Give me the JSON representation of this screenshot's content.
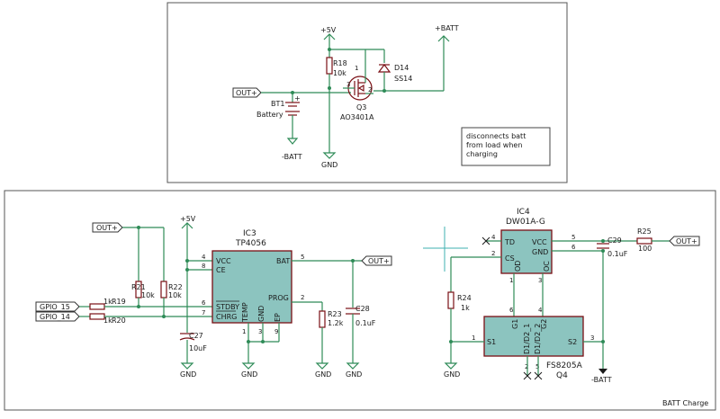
{
  "top": {
    "supply": "+5V",
    "batt": "+BATT",
    "out_net": "OUT+",
    "bt_ref": "BT1",
    "bt_val": "Battery",
    "minus_batt": "-BATT",
    "r18_ref": "R18",
    "r18_val": "10k",
    "q3_ref": "Q3",
    "q3_val": "AO3401A",
    "d14_ref": "D14",
    "d14_val": "SS14",
    "gnd": "GND",
    "pin1": "1",
    "pin2": "2",
    "pin3": "3",
    "note_lines": [
      "disconnects batt",
      "from load when",
      "charging"
    ]
  },
  "bottom": {
    "sheet_title": "BATT Charge",
    "out_net": "OUT+",
    "supply": "+5V",
    "gnd": "GND",
    "minus_batt": "-BATT",
    "ic3": {
      "ref": "IC3",
      "val": "TP4056",
      "pins": {
        "vcc": "VCC",
        "ce": "CE",
        "bat": "BAT",
        "stdby": "STDBY",
        "chrg": "CHRG",
        "temp": "TEMP",
        "gnd": "GND",
        "ep": "EP",
        "prog": "PROG"
      },
      "numbers": {
        "p4": "4",
        "p8": "8",
        "p5": "5",
        "p6": "6",
        "p7": "7",
        "p2": "2",
        "p1": "1",
        "p3": "3",
        "p9": "9"
      }
    },
    "r21": {
      "ref": "R21",
      "val": "10k"
    },
    "r22": {
      "ref": "R22",
      "val": "10k"
    },
    "r19": {
      "ref": "R19",
      "val": "1k"
    },
    "r20": {
      "ref": "R20",
      "val": "1k"
    },
    "r23": {
      "ref": "R23",
      "val": "1.2k"
    },
    "r24": {
      "ref": "R24",
      "val": "1k"
    },
    "r25": {
      "ref": "R25",
      "val": "100"
    },
    "c27": {
      "ref": "C27",
      "val": "10uF"
    },
    "c28": {
      "ref": "C28",
      "val": "0.1uF"
    },
    "c29": {
      "ref": "C29",
      "val": "0.1uF"
    },
    "gpio15": "GPIO_15",
    "gpio14": "GPIO_14",
    "ic4": {
      "ref": "IC4",
      "val": "DW01A-G",
      "pins": {
        "td": "TD",
        "vcc": "VCC",
        "cs": "CS",
        "gnd": "GND",
        "od": "OD",
        "oc": "OC"
      },
      "numbers": {
        "p4": "4",
        "p5": "5",
        "p2": "2",
        "p6": "6",
        "p1": "1",
        "p3": "3"
      }
    },
    "q4": {
      "ref": "Q4",
      "val": "FS8205A",
      "pins": {
        "g1": "G1",
        "g2": "G2",
        "d12a": "D1/D2_1",
        "d12b": "D1/D2_2",
        "s1": "S1",
        "s2": "S2"
      },
      "numbers": {
        "p6": "6",
        "p4": "4",
        "p1": "1",
        "p3": "3",
        "p2": "2",
        "p5": "5"
      }
    }
  }
}
